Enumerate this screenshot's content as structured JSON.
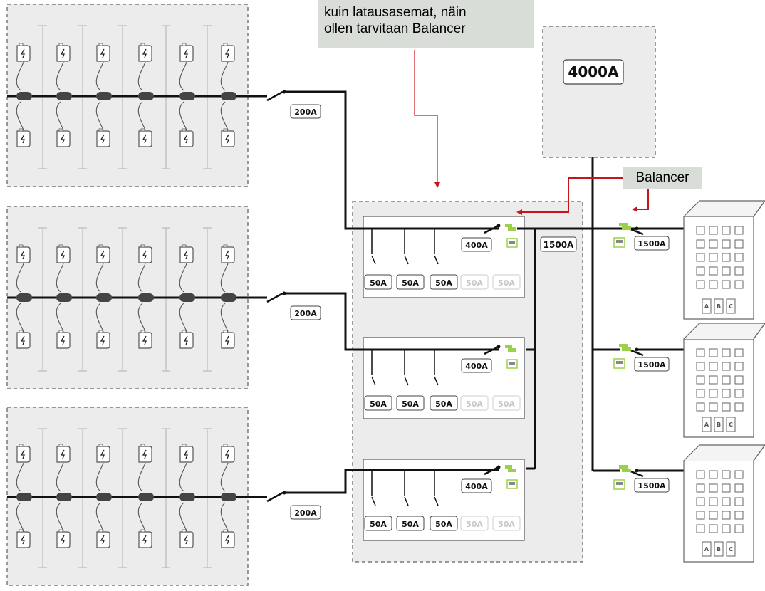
{
  "note_top": {
    "line1": "kuin latausasemat, näin",
    "line2": "ollen tarvitaan Balancer"
  },
  "note_balancer": "Balancer",
  "main_supply": "4000A",
  "hub_total": "1500A",
  "groups": [
    {
      "feeder": "200A",
      "panel_main": "400A",
      "breakers": [
        "50A",
        "50A",
        "50A",
        "50A",
        "50A"
      ],
      "breakers_active": [
        true,
        true,
        true,
        false,
        false
      ]
    },
    {
      "feeder": "200A",
      "panel_main": "400A",
      "breakers": [
        "50A",
        "50A",
        "50A",
        "50A",
        "50A"
      ],
      "breakers_active": [
        true,
        true,
        true,
        false,
        false
      ]
    },
    {
      "feeder": "200A",
      "panel_main": "400A",
      "breakers": [
        "50A",
        "50A",
        "50A",
        "50A",
        "50A"
      ],
      "breakers_active": [
        true,
        true,
        true,
        false,
        false
      ]
    }
  ],
  "buildings": [
    {
      "feed": "1500A",
      "doors": [
        "A",
        "B",
        "C"
      ]
    },
    {
      "feed": "1500A",
      "doors": [
        "A",
        "B",
        "C"
      ]
    },
    {
      "feed": "1500A",
      "doors": [
        "A",
        "B",
        "C"
      ]
    }
  ],
  "colors": {
    "annotation_arrow": "#c8141e",
    "balancer_green": "#9bd14a",
    "zone_fill": "#ececec",
    "zone_border": "#7a7a7a",
    "wire": "#111111",
    "note_bg": "#d9ddd8"
  },
  "icons": [
    "charger-icon",
    "switch-icon",
    "balancer-icon",
    "meter-icon",
    "building-icon"
  ]
}
